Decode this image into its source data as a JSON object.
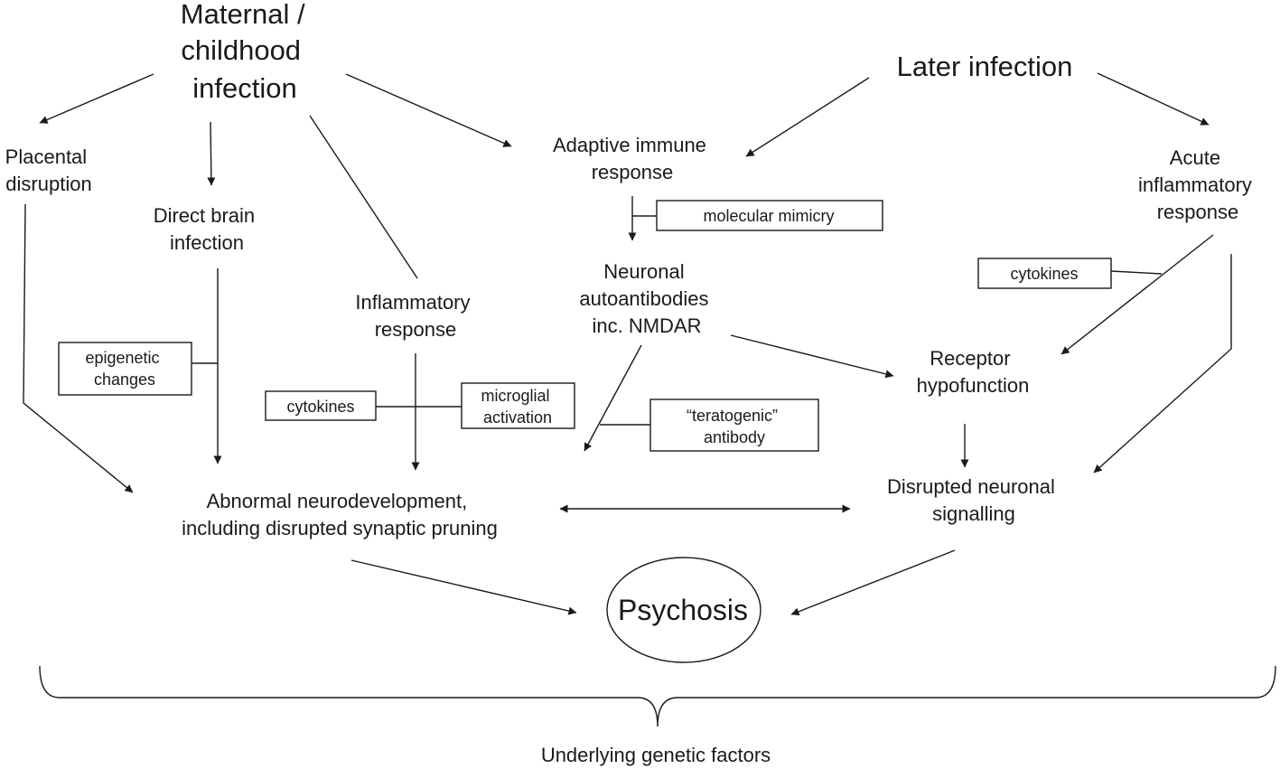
{
  "nodes": {
    "maternal": [
      "Maternal /",
      "childhood",
      "infection"
    ],
    "later": [
      "Later infection"
    ],
    "placental": [
      "Placental",
      "disruption"
    ],
    "direct_brain": [
      "Direct brain",
      "infection"
    ],
    "inflammatory": [
      "Inflammatory",
      "response"
    ],
    "adaptive": [
      "Adaptive immune",
      "response"
    ],
    "autoantibodies": [
      "Neuronal",
      "autoantibodies",
      "inc. NMDAR"
    ],
    "acute": [
      "Acute",
      "inflammatory",
      "response"
    ],
    "receptor": [
      "Receptor",
      "hypofunction"
    ],
    "abnormal": [
      "Abnormal neurodevelopment,",
      "including disrupted synaptic pruning"
    ],
    "disrupted": [
      "Disrupted neuronal",
      "signalling"
    ],
    "psychosis": [
      "Psychosis"
    ],
    "genetic": [
      "Underlying genetic factors"
    ]
  },
  "boxes": {
    "molecular_mimicry": [
      "molecular mimicry"
    ],
    "cytokines_right": [
      "cytokines"
    ],
    "epigenetic": [
      "epigenetic",
      "changes"
    ],
    "cytokines_left": [
      "cytokines"
    ],
    "microglial": [
      "microglial",
      "activation"
    ],
    "teratogenic": [
      "“teratogenic”",
      "antibody"
    ]
  }
}
